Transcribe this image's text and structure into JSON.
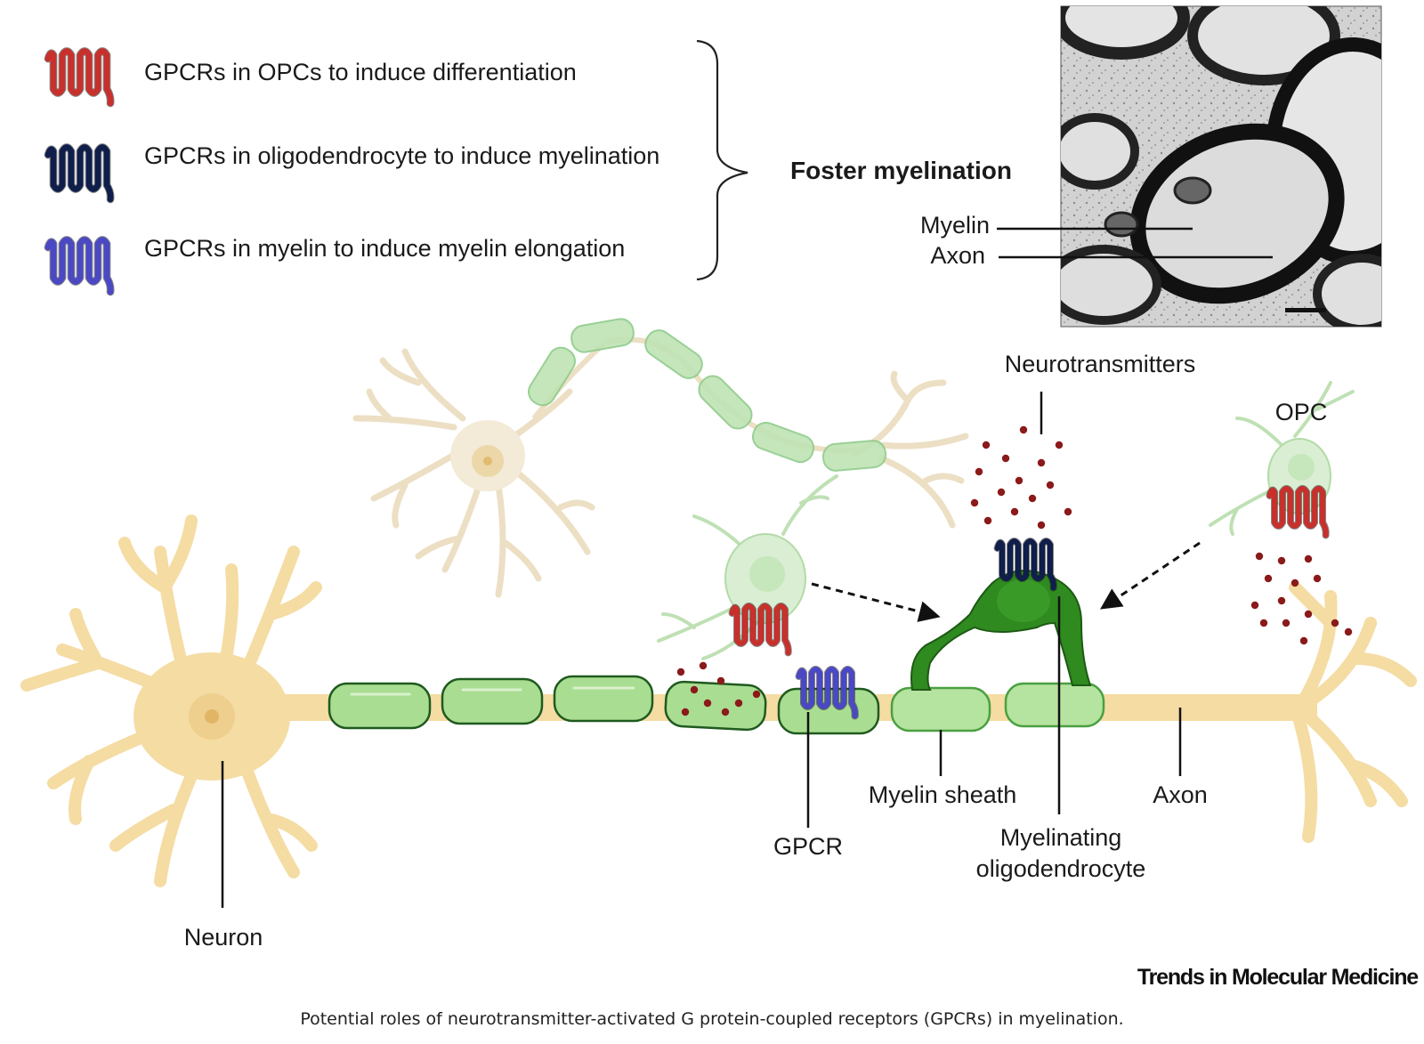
{
  "legend": {
    "items": [
      {
        "label": "GPCRs in OPCs to induce differentiation",
        "color": "#c8302c"
      },
      {
        "label": "GPCRs in oligodendrocyte to induce myelination",
        "color": "#0f1e4a"
      },
      {
        "label": "GPCRs in myelin to induce myelin elongation",
        "color": "#4b48c4"
      }
    ],
    "summary": "Foster myelination"
  },
  "micrograph": {
    "labels": {
      "myelin": "Myelin",
      "axon": "Axon"
    }
  },
  "diagram_labels": {
    "neurotransmitters": "Neurotransmitters",
    "opc": "OPC",
    "neuron": "Neuron",
    "gpcr": "GPCR",
    "myelin_sheath": "Myelin sheath",
    "myelinating_line1": "Myelinating",
    "myelinating_line2": "oligodendrocyte",
    "axon": "Axon"
  },
  "colors": {
    "neuron_fill": "#f4dca3",
    "neuron_stroke": "#e7c47c",
    "sheath_fill": "#a9dd92",
    "sheath_stroke": "#1f5a1f",
    "opc_fill": "#d9eed3",
    "oligo_fill": "#2f8a1f",
    "dots": "#8b1a1a",
    "gpcr_red": "#c8302c",
    "gpcr_navy": "#0f1e4a",
    "gpcr_blue": "#4b48c4"
  },
  "brand": "Trends in Molecular Medicine",
  "caption": "Potential roles of neurotransmitter-activated G protein-coupled receptors (GPCRs) in myelination."
}
